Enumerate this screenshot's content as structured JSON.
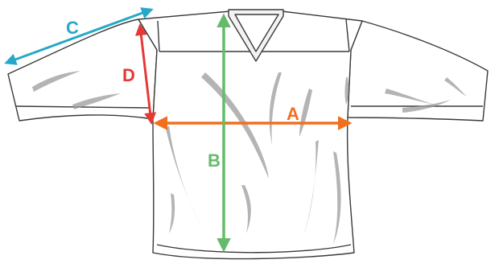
{
  "measurements": [
    {
      "letter": "A",
      "color": "#f07020"
    },
    {
      "letter": "B",
      "color": "#66bb6a"
    },
    {
      "letter": "C",
      "color": "#26a9c8"
    },
    {
      "letter": "D",
      "color": "#e53935"
    }
  ],
  "garment": "hockey jersey",
  "colors": {
    "outline": "#3a3a3a",
    "fold_shadow": "#9c9c9c",
    "background": "#ffffff"
  }
}
